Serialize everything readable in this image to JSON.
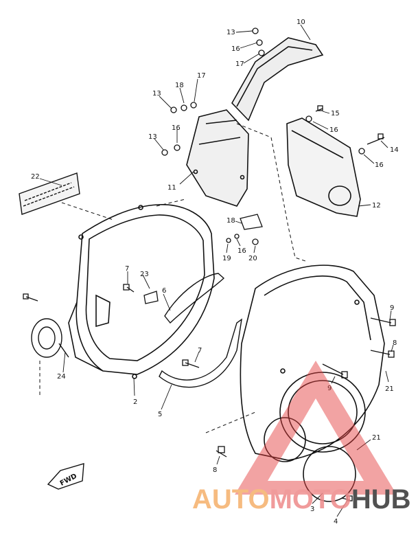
{
  "callouts": {
    "c2": "2",
    "c3": "3",
    "c4": "4",
    "c5": "5",
    "c6": "6",
    "c7a": "7",
    "c7b": "7",
    "c8a": "8",
    "c8b": "8",
    "c9a": "9",
    "c9b": "9",
    "c10": "10",
    "c11": "11",
    "c12": "12",
    "c13a": "13",
    "c13b": "13",
    "c13c": "13",
    "c14": "14",
    "c15": "15",
    "c16a": "16",
    "c16b": "16",
    "c16c": "16",
    "c16d": "16",
    "c16e": "16",
    "c17a": "17",
    "c17b": "17",
    "c18a": "18",
    "c18b": "18",
    "c19": "19",
    "c20": "20",
    "c21a": "21",
    "c21b": "21",
    "c22": "22",
    "c23": "23",
    "c24": "24"
  },
  "fwd_label": "FWD",
  "watermark": {
    "part1": "AUTO",
    "part2": "MOTO",
    "part3": "HUB",
    "color_auto": "#f5b06a",
    "color_moto": "#ee8a8a",
    "color_hub": "#333333",
    "triangle_color": "#e23a3a"
  },
  "colors": {
    "line": "#111111"
  }
}
